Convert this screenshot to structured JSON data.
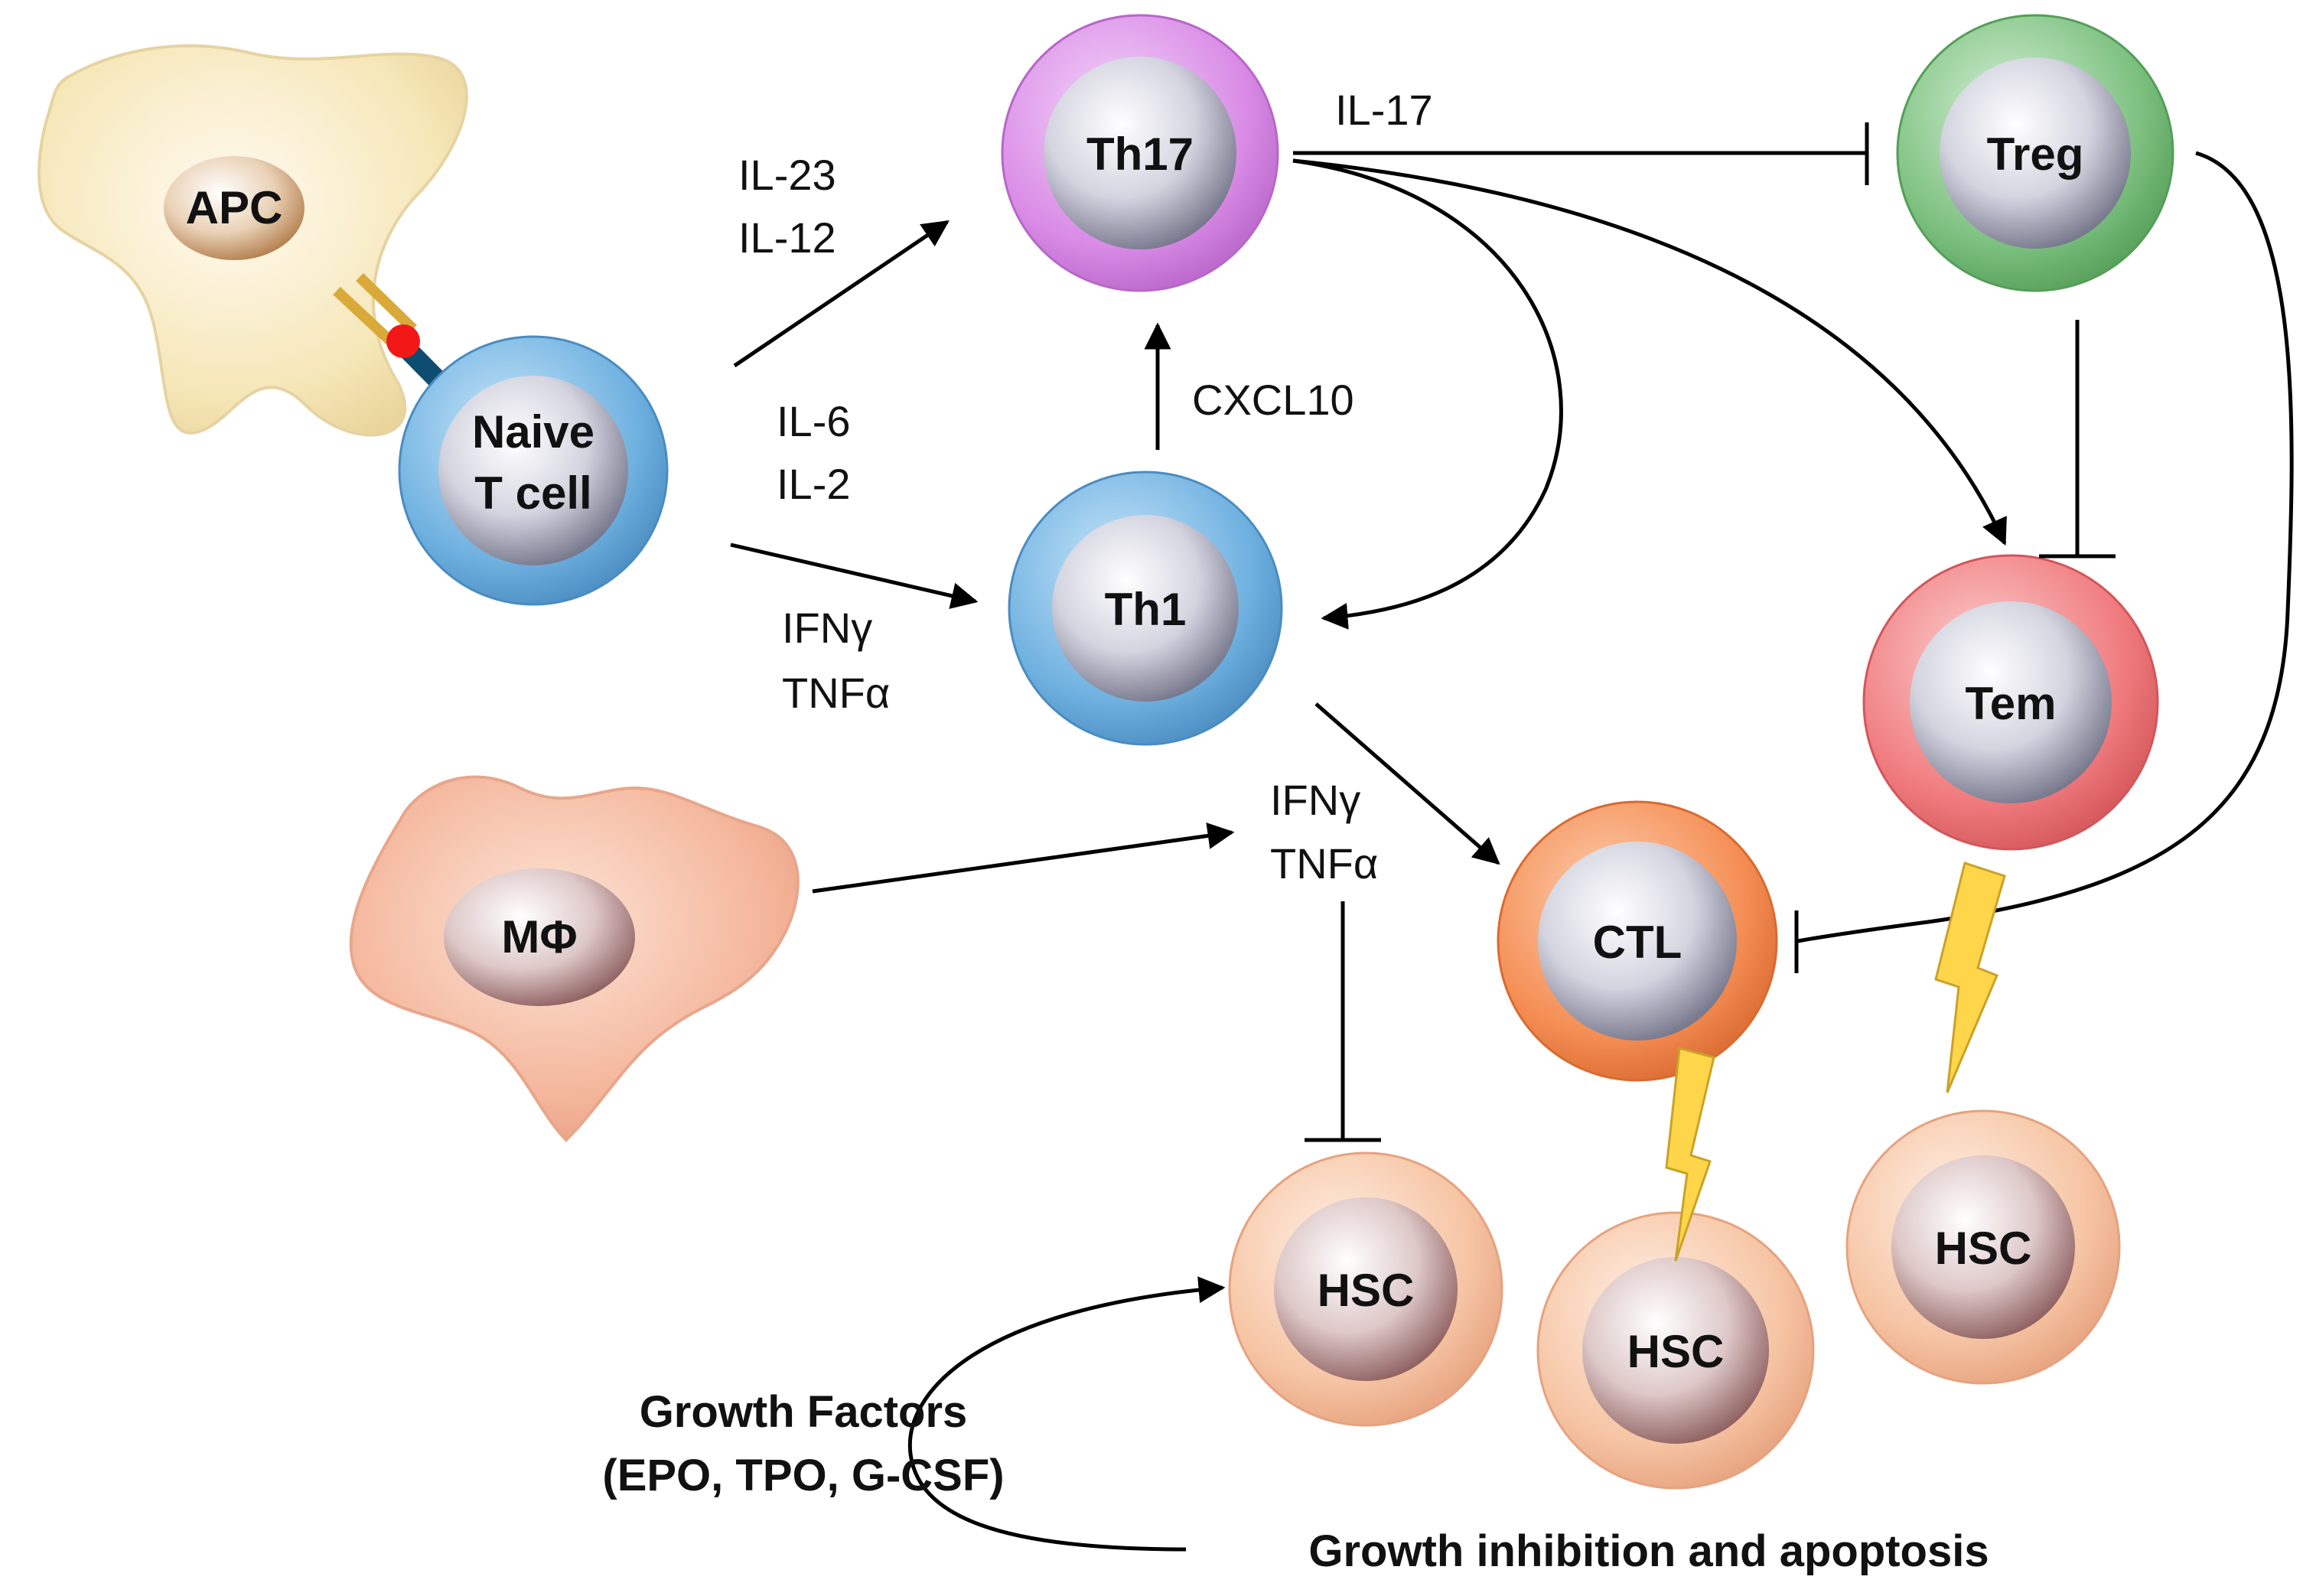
{
  "cells": {
    "apc": "APC",
    "naive": [
      "Naive",
      "T cell"
    ],
    "th17": "Th17",
    "th1": "Th1",
    "treg": "Treg",
    "tem": "Tem",
    "macrophage": "MΦ",
    "ctl": "CTL",
    "hsc": "HSC"
  },
  "labels": {
    "il23": "IL-23",
    "il12": "IL-12",
    "il6": "IL-6",
    "il2": "IL-2",
    "ifng": "IFNγ",
    "tnfa": "TNFα",
    "cxcl10": "CXCL10",
    "il17": "IL-17",
    "growth_factors_1": "Growth Factors",
    "growth_factors_2": "(EPO, TPO, G-CSF)",
    "growth_inhibition": "Growth inhibition and apoptosis"
  },
  "colors": {
    "apc": "#f6e7b8",
    "macrophage": "#f4b59a",
    "naive": "#6fb1e0",
    "th1": "#6fb1e0",
    "th17": "#d98be6",
    "treg": "#7cc07f",
    "tem": "#f07b7e",
    "ctl": "#f58e55",
    "hsc": "#f6c4a3",
    "lightning": "#ffd54a"
  }
}
